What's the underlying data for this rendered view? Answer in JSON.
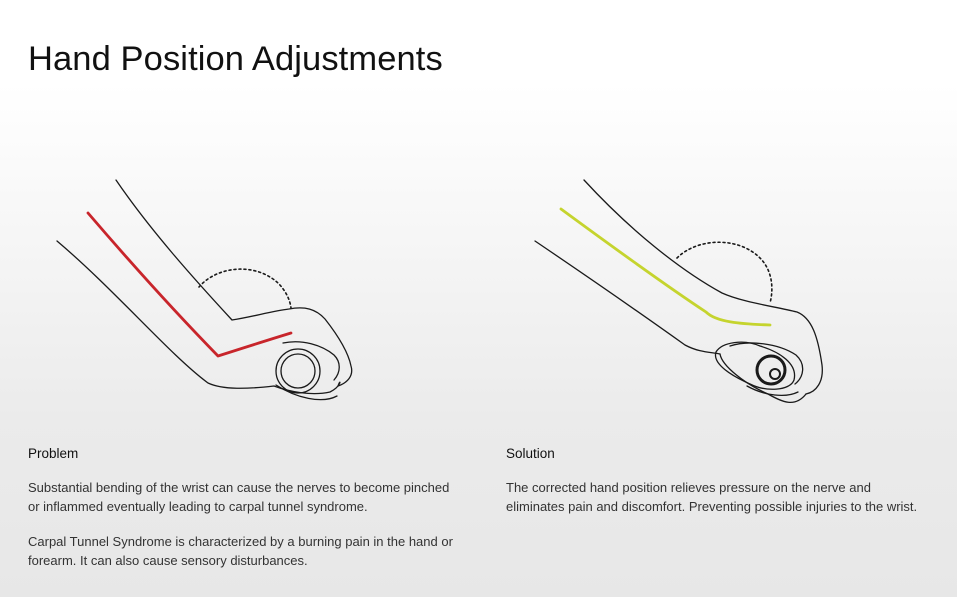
{
  "page": {
    "title": "Hand Position Adjustments"
  },
  "illustrations": {
    "problem": {
      "nerve_color": "#c8252b",
      "outline_color": "#1a1a1a"
    },
    "solution": {
      "nerve_color": "#c5d42e",
      "outline_color": "#1a1a1a"
    }
  },
  "problem": {
    "heading": "Problem",
    "paragraphs": [
      "Substantial bending of the wrist can cause the nerves to become pinched or inflammed eventually leading to carpal tunnel syndrome.",
      "Carpal Tunnel Syndrome is characterized by a burning pain in the hand or forearm. It can also cause sensory disturbances."
    ]
  },
  "solution": {
    "heading": "Solution",
    "paragraphs": [
      "The corrected hand position relieves pressure on the nerve and eliminates pain and discomfort. Preventing possible injuries to the wrist."
    ]
  }
}
